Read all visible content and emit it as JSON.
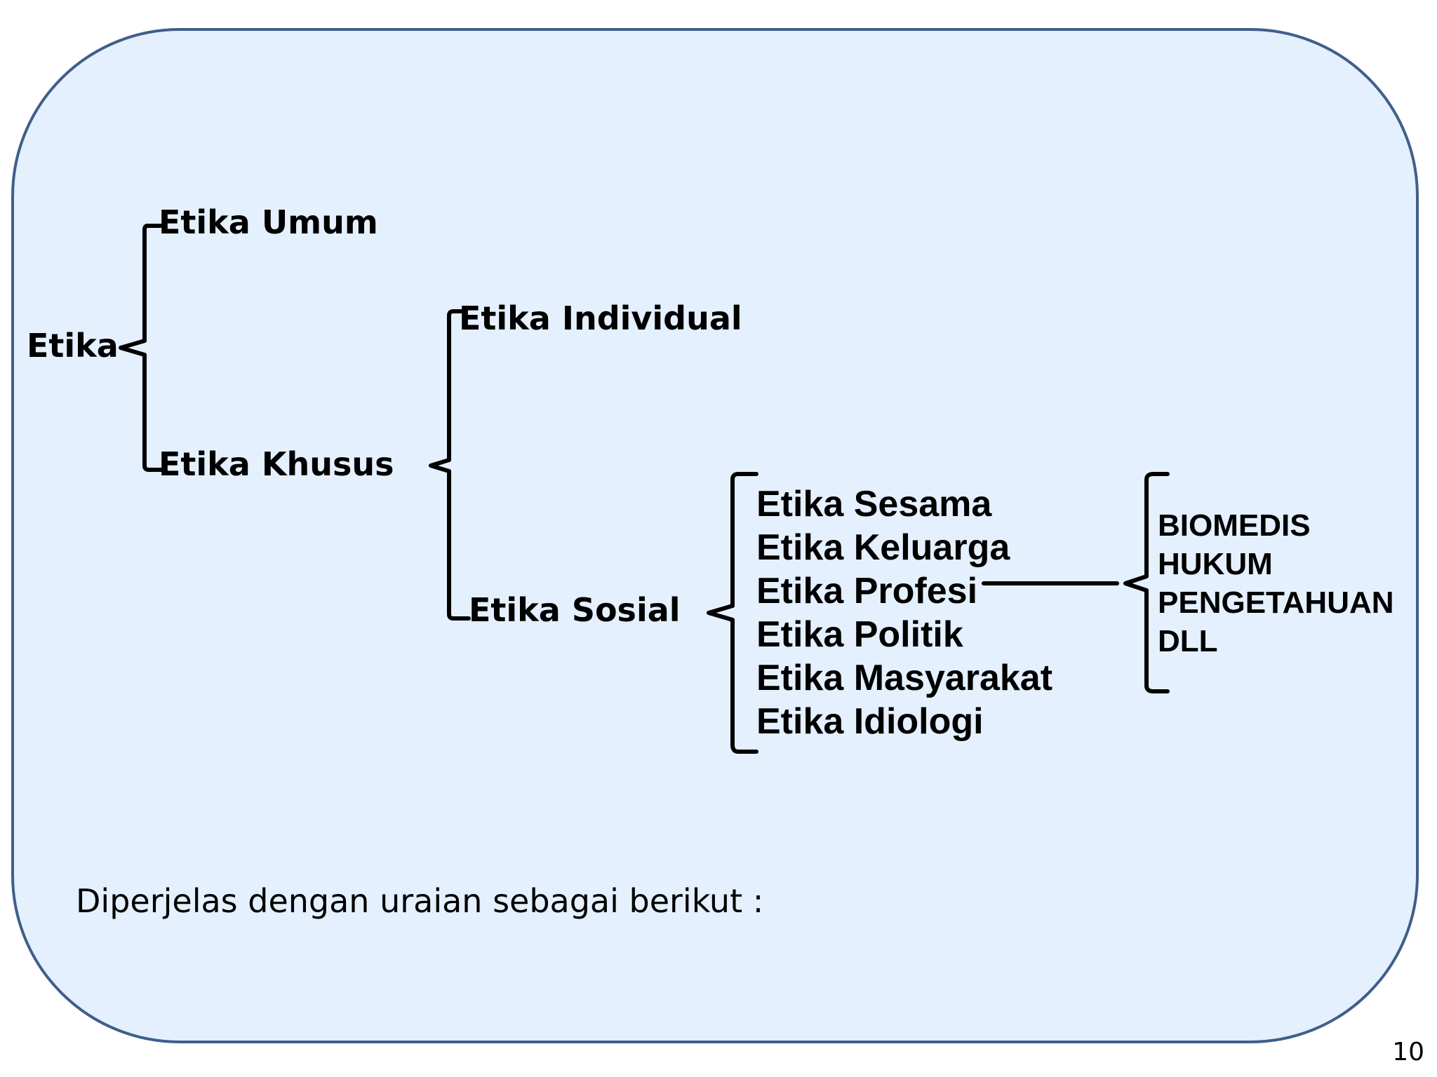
{
  "diagram": {
    "root": "Etika",
    "branch_general": "Etika Umum",
    "branch_special": "Etika Khusus",
    "special_children": {
      "individual": "Etika Individual",
      "social": "Etika Sosial"
    },
    "social_children": [
      "Etika Sesama",
      "Etika Keluarga",
      "Etika Profesi",
      "Etika Politik",
      "Etika Masyarakat",
      "Etika Idiologi"
    ],
    "profession_fields": [
      "BIOMEDIS",
      "HUKUM",
      "PENGETAHUAN",
      "DLL"
    ]
  },
  "caption": "Diperjelas dengan uraian sebagai berikut :",
  "page_number": "10"
}
